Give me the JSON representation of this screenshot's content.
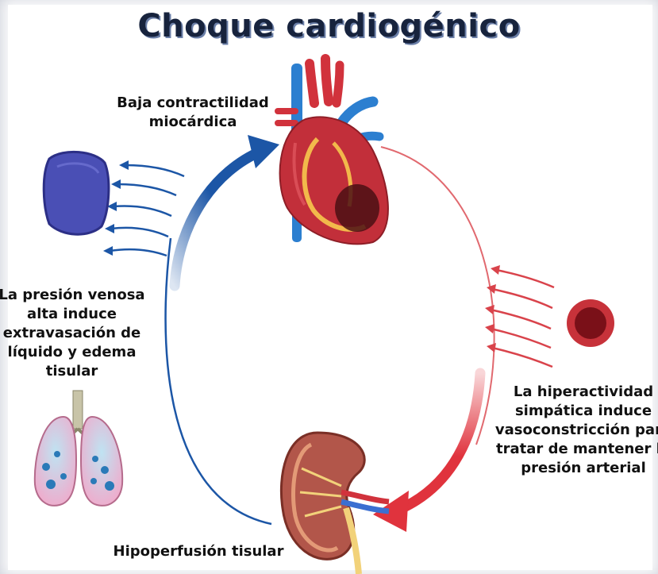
{
  "title": "Choque cardiogénico",
  "labels": {
    "contractility": "Baja contractilidad\nmiocárdica",
    "venous": "La presión venosa\nalta induce\nextravasación de\nlíquido y edema\ntisular",
    "sympathetic": "La hiperactividad\nsimpática induce\nvasoconstricción para\ntratar de mantener la\npresión arterial",
    "hypoperfusion": "Hipoperfusión tisular"
  },
  "colors": {
    "arrow_blue": "#1c56a6",
    "arrow_red": "#e0333d",
    "title": "#17233d"
  },
  "icons": [
    "heart-icon",
    "kidney-icon",
    "lungs-icon",
    "vein-icon",
    "artery-icon"
  ]
}
